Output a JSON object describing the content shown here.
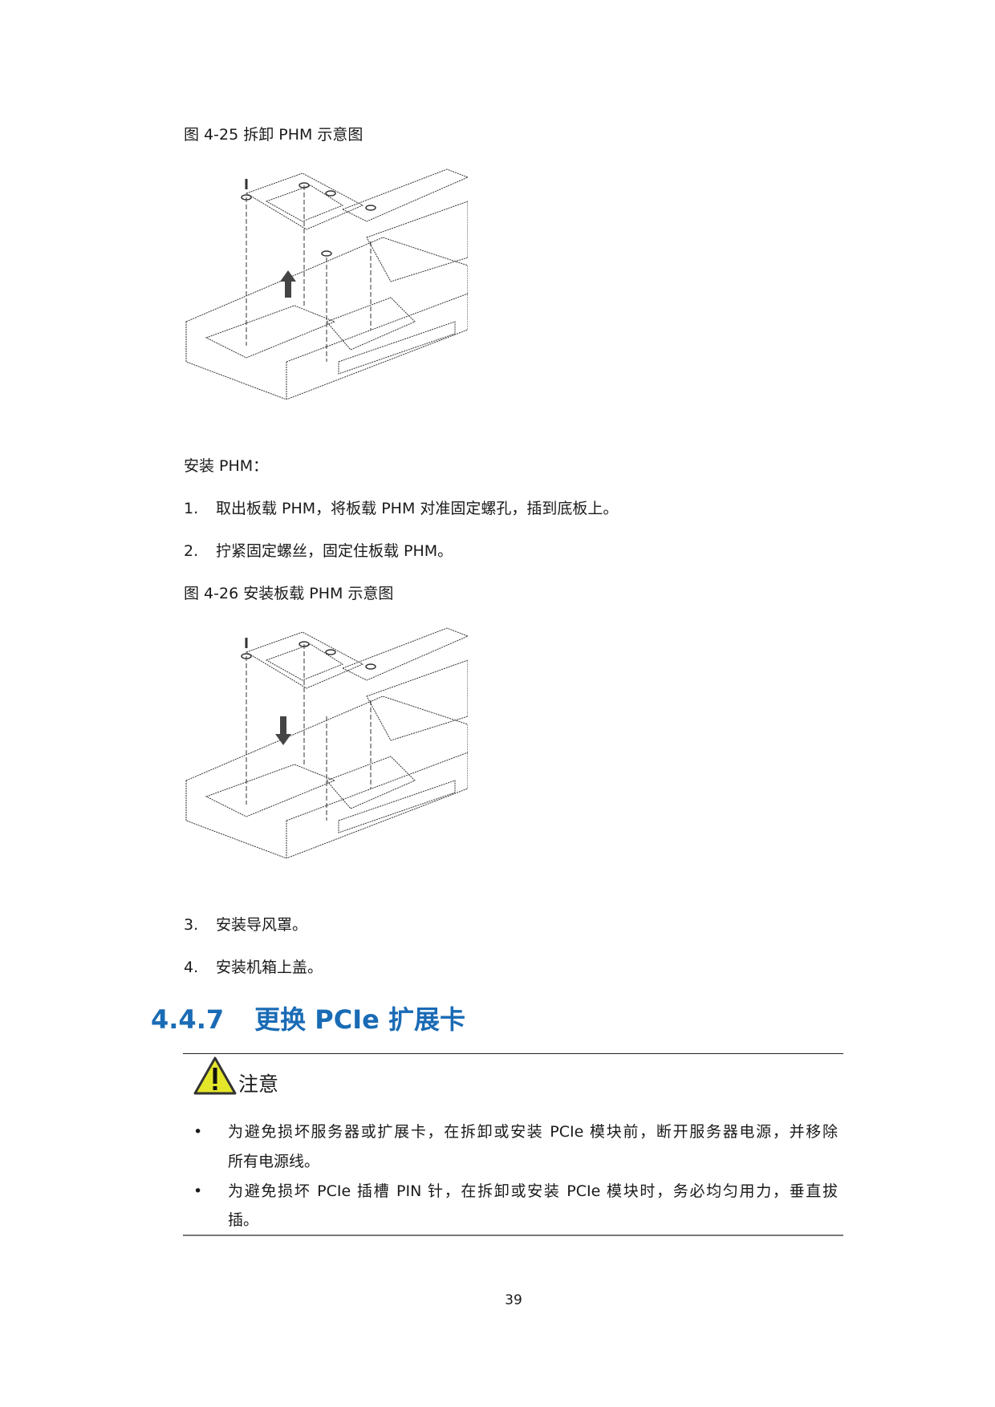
{
  "figure1": {
    "caption": "图 4-25  拆卸 PHM 示意图",
    "arrow": "up"
  },
  "install_label": "安装 PHM：",
  "steps_a": [
    {
      "num": "1.",
      "text": "取出板载 PHM，将板载 PHM 对准固定螺孔，插到底板上。"
    },
    {
      "num": "2.",
      "text": "拧紧固定螺丝，固定住板载 PHM。"
    }
  ],
  "figure2": {
    "caption": "图 4-26  安装板载 PHM 示意图",
    "arrow": "down"
  },
  "steps_b": [
    {
      "num": "3.",
      "text": "安装导风罩。"
    },
    {
      "num": "4.",
      "text": "安装机箱上盖。"
    }
  ],
  "section": {
    "number": "4.4.7",
    "title": "更换 PCIe 扩展卡"
  },
  "notice": {
    "label": "注意",
    "bullets": [
      {
        "line1": "为避免损坏服务器或扩展卡，在拆卸或安装 PCIe 模块前，断开服务器电源，并移除",
        "line2": "所有电源线。"
      },
      {
        "line1": "为避免损坏 PCIe 插槽 PIN 针，在拆卸或安装 PCIe 模块时，务必均匀用力，垂直拔",
        "line2": "插。"
      }
    ]
  },
  "page_number": "39",
  "colors": {
    "heading": "#1a6bb5",
    "warning_fill": "#e4e62a"
  }
}
